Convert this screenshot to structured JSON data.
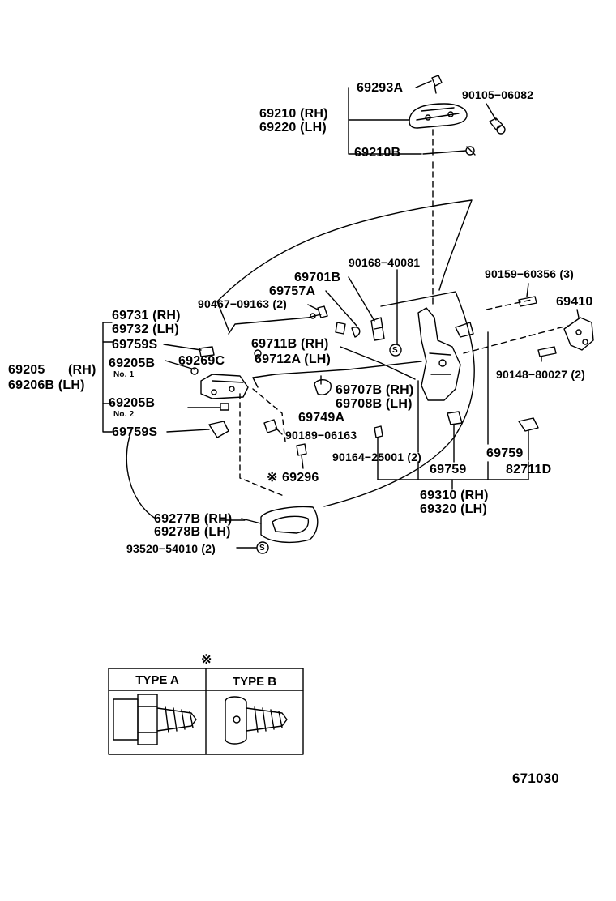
{
  "diagram_id": "671030",
  "asterisk": "※",
  "labels": {
    "p69293A": "69293A",
    "p90105": "90105−06082",
    "p69210": "69210 (RH)",
    "p69220": "69220 (LH)",
    "p69210B": "69210B",
    "p90168": "90168−40081",
    "p90159": "90159−60356 (3)",
    "p69701B": "69701B",
    "p69410": "69410",
    "p69757A": "69757A",
    "p90467": "90467−09163 (2)",
    "p69731": "69731 (RH)",
    "p69732": "69732 (LH)",
    "p69759S_1": "69759S",
    "p69711B": "69711B (RH)",
    "p69712A": "69712A (LH)",
    "p90148": "90148−80027 (2)",
    "p69205": "69205",
    "p69205_rh": "(RH)",
    "p69206B": "69206B (LH)",
    "p69205B_1": "69205B",
    "no1": "No. 1",
    "p69269C": "69269C",
    "p69707B": "69707B (RH)",
    "p69708B": "69708B (LH)",
    "p69205B_2": "69205B",
    "no2": "No. 2",
    "p69749A": "69749A",
    "p69759S_2": "69759S",
    "p90189": "90189−06163",
    "p90164": "90164−25001 (2)",
    "p69759_a": "69759",
    "p69759_b": "69759",
    "p82711D": "82711D",
    "p69296": "69296",
    "p69310": "69310 (RH)",
    "p69320": "69320 (LH)",
    "p69277B": "69277B (RH)",
    "p69278B": "69278B (LH)",
    "p93520": "93520−54010 (2)"
  },
  "legend_table": {
    "type_a": "TYPE A",
    "type_b": "TYPE B"
  },
  "clip_symbol": "S"
}
